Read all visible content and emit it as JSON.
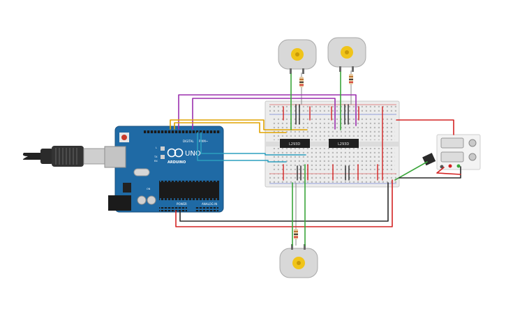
{
  "arduino": {
    "brand": "ARDUINO",
    "model": "UNO",
    "header_digital": "DIGITAL",
    "header_pwm": "PWM~",
    "header_power": "POWER",
    "header_analog": "ANALOG IN",
    "label_tx": "TX",
    "label_rx": "RX",
    "label_l": "L",
    "label_on": "ON"
  },
  "drivers": [
    {
      "label": "L293D"
    },
    {
      "label": "L293D"
    }
  ],
  "colors": {
    "board": "#1f6aa5",
    "breadboard": "#ececec",
    "wire_red": "#d42323",
    "wire_black": "#2a2a2a",
    "wire_green": "#3aa53a",
    "wire_purple": "#9b2fae",
    "wire_orange": "#e1a300",
    "wire_cyan": "#2c9fbf",
    "motor_body": "#d8d8d8",
    "motor_shaft": "#f0c419"
  }
}
